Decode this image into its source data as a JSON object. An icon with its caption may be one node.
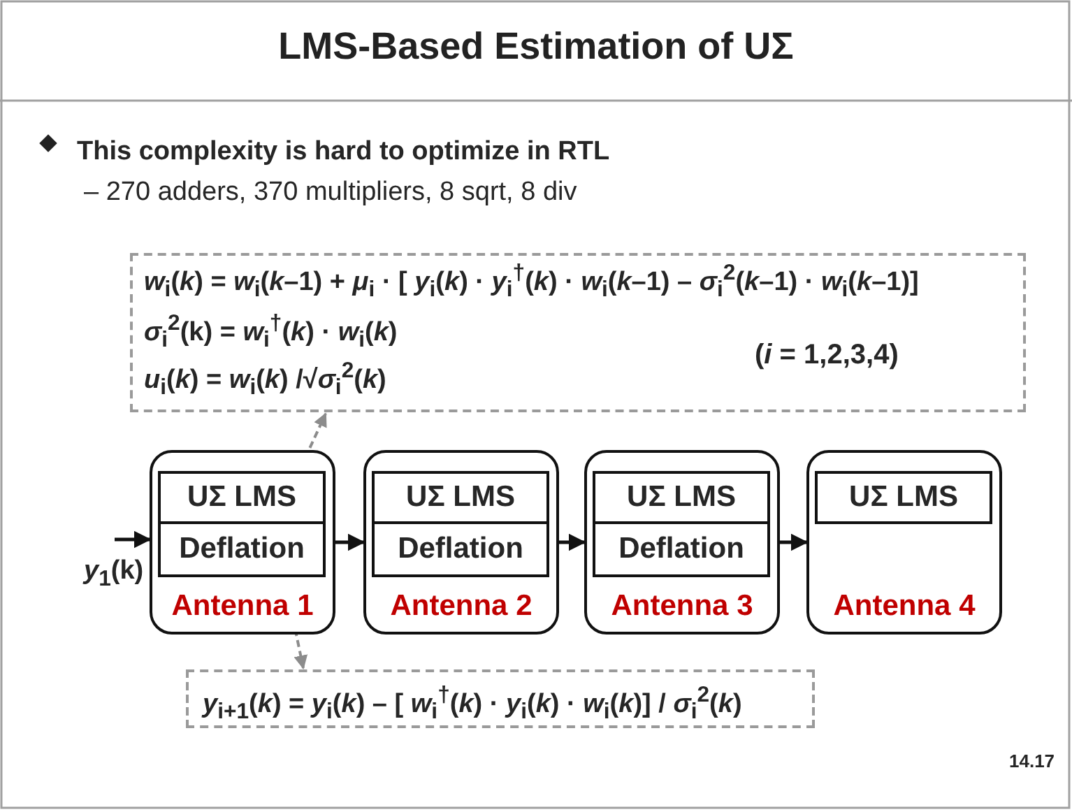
{
  "diagram": {
    "title": "LMS-Based Estimation of UΣ",
    "nodes": [
      {
        "text": [
          "*w*$_{i}$(*k*) = *w*$_{i}$(*k*–1) + *μ*$_{i}$ · [ *y*$_{i}$(*k*) · *y*$_{i}$$^{†}$(*k*) · *w*$_{i}$(*k*–1) – *σ*$_{i}$$^{2}$(*k*–1) · *w*$_{i}$(*k*–1)]",
          "*σ*$_{i}$$^{2}$(k) = *w*$_{i}$$^{†}$(*k*) · *w*$_{i}$(*k*)",
          "*u*$_{i}$(*k*) = *w*$_{i}$(*k*) /√*σ*$_{i}$$^{2}$(*k*)",
          "(*i* = 1,2,3,4)"
        ]
      },
      {
        "text": [
          "*y*$_{1}$(k)"
        ]
      },
      {
        "text": [
          "Antenna 1"
        ]
      },
      {
        "text": [
          "UΣ LMS"
        ],
        "in": 2
      },
      {
        "text": [
          "Deflation"
        ],
        "in": 2
      },
      {
        "text": [
          "Antenna 2"
        ]
      },
      {
        "text": [
          "UΣ LMS"
        ],
        "in": 5
      },
      {
        "text": [
          "Deflation"
        ],
        "in": 5
      },
      {
        "text": [
          "Antenna 3"
        ]
      },
      {
        "text": [
          "UΣ LMS"
        ],
        "in": 8
      },
      {
        "text": [
          "Deflation"
        ],
        "in": 8
      },
      {
        "text": [
          "Antenna 4"
        ]
      },
      {
        "text": [
          "UΣ LMS"
        ],
        "in": 11
      },
      {
        "text": [
          "*y*$_{i+1}$(*k*) = *y*$_{i}$(*k*) – [ *w*$_{i}$$^{†}$(*k*) · *y*$_{i}$(*k*) · *w*$_{i}$(*k*)] / *σ*$_{i}$$^{2}$(*k*)"
        ]
      }
    ],
    "edges": [
      {
        "from": 1,
        "to": 2,
        "arrow": "to"
      },
      {
        "from": 2,
        "to": 5,
        "arrow": "to"
      },
      {
        "from": 5,
        "to": 8,
        "arrow": "to"
      },
      {
        "from": 8,
        "to": 11,
        "arrow": "to"
      },
      {
        "from": 3,
        "to": 0,
        "arrow": "to",
        "style": "dashed",
        "color": "#8c8c8c"
      },
      {
        "from": 4,
        "to": 13,
        "arrow": "to",
        "style": "dashed",
        "color": "#8c8c8c"
      }
    ],
    "labels": [
      "This complexity is hard to optimize in RTL",
      "– 270 adders, 370 multipliers, 8 sqrt, 8 div",
      "14.17"
    ]
  }
}
